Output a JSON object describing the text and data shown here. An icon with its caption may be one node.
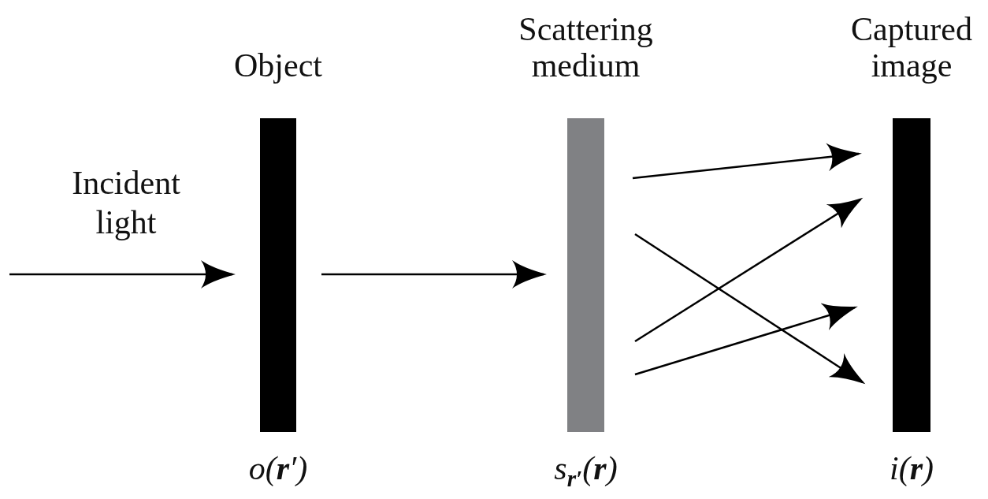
{
  "diagram": {
    "nodes": [
      {
        "text": [
          "Object"
        ],
        "beside": [
          "o(**r**′)"
        ]
      },
      {
        "text": [
          "Scattering medium"
        ],
        "beside": [
          "s$_{r′}$(**r**)"
        ]
      },
      {
        "text": [
          "Captured image"
        ],
        "beside": [
          "i(**r**)"
        ]
      }
    ],
    "edges": [
      {
        "from": null,
        "to": 0,
        "arrow": "to"
      },
      {
        "from": 0,
        "to": 1,
        "arrow": "to"
      },
      {
        "from": 1,
        "to": 2,
        "arrow": "to"
      },
      {
        "from": 1,
        "to": 2,
        "arrow": "to"
      },
      {
        "from": 1,
        "to": 2,
        "arrow": "to"
      },
      {
        "from": 1,
        "to": 2,
        "arrow": "to"
      }
    ],
    "labels": [
      "Incident light"
    ]
  }
}
